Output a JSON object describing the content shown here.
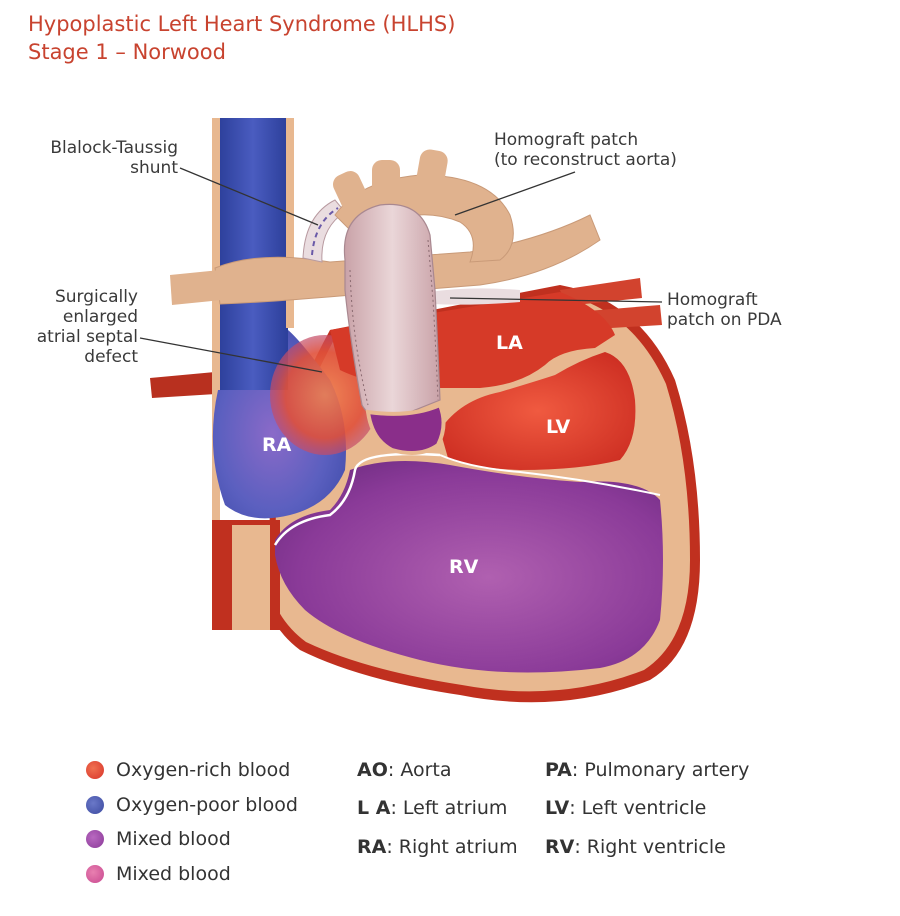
{
  "title": {
    "line1": "Hypoplastic Left Heart Syndrome (HLHS)",
    "line2": "Stage 1 – Norwood"
  },
  "callouts": {
    "bt_shunt": [
      "Blalock-Taussig",
      "shunt"
    ],
    "homograft_aorta": [
      "Homograft patch",
      "(to reconstruct aorta)"
    ],
    "asd": [
      "Surgically",
      "enlarged",
      "atrial septal",
      "defect"
    ],
    "homograft_pda": [
      "Homograft",
      "patch on PDA"
    ]
  },
  "chambers": {
    "la": "LA",
    "lv": "LV",
    "ra": "RA",
    "rv": "RV"
  },
  "legend": [
    {
      "label": "Oxygen-rich blood",
      "color": "#e0422f"
    },
    {
      "label": "Oxygen-poor blood",
      "color": "#4a56a8"
    },
    {
      "label": "Mixed blood",
      "color": "#9a45a8"
    },
    {
      "label": "Mixed blood",
      "color": "#d0589a"
    }
  ],
  "abbreviations": [
    {
      "key": "AO",
      "text": "Aorta"
    },
    {
      "key": "L A",
      "text": "Left atrium"
    },
    {
      "key": "RA",
      "text": "Right atrium"
    },
    {
      "key": "PA",
      "text": "Pulmonary artery"
    },
    {
      "key": "LV",
      "text": "Left ventricle"
    },
    {
      "key": "RV",
      "text": "Right ventricle"
    }
  ]
}
